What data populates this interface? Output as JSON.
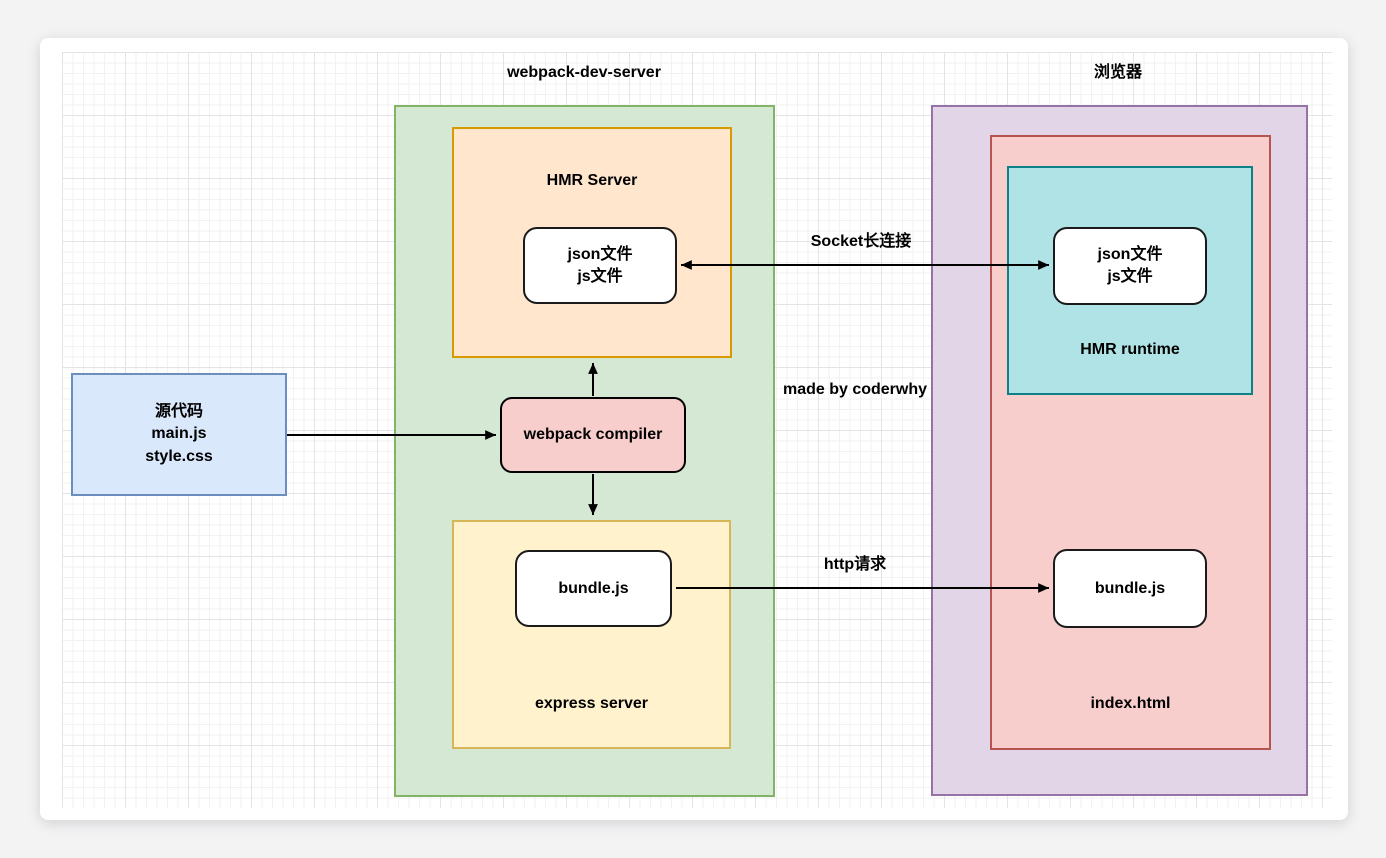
{
  "diagram": {
    "dev_server": {
      "title": "webpack-dev-server",
      "fill": "#d5e8d4",
      "stroke": "#82b366",
      "hmr_server": {
        "label": "HMR Server",
        "fill": "#ffe6cc",
        "stroke": "#d79b00",
        "files": {
          "line1": "json文件",
          "line2": "js文件"
        }
      },
      "compiler": {
        "label": "webpack compiler",
        "fill": "#f8cecc",
        "stroke": "#b85450"
      },
      "express": {
        "label": "express server",
        "fill": "#fff2cc",
        "stroke": "#d6b656",
        "bundle": {
          "label": "bundle.js"
        }
      }
    },
    "browser": {
      "title": "浏览器",
      "fill": "#e1d5e7",
      "stroke": "#9673a6",
      "index_html": {
        "label": "index.html",
        "fill": "#f8cecc",
        "stroke": "#b85450",
        "hmr_runtime": {
          "label": "HMR runtime",
          "fill": "#b0e3e6",
          "stroke": "#0e8088",
          "files": {
            "line1": "json文件",
            "line2": "js文件"
          }
        },
        "bundle": {
          "label": "bundle.js"
        }
      }
    },
    "source_code": {
      "line1": "源代码",
      "line2": "main.js",
      "line3": "style.css",
      "fill": "#dae8fc",
      "stroke": "#6c8ebf"
    },
    "edges": {
      "socket_label": "Socket长连接",
      "http_label": "http请求"
    },
    "watermark": "made by coderwhy"
  }
}
